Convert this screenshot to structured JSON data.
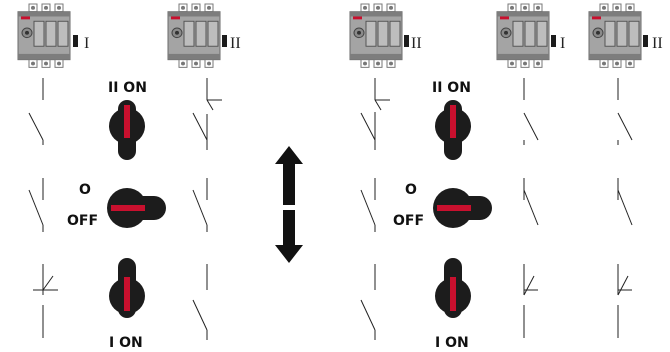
{
  "labels": {
    "ii_on": "II ON",
    "o": "O",
    "off": "OFF",
    "i_on": "I ON"
  },
  "switch_labels": [
    "I",
    "II",
    "II",
    "I",
    "II"
  ],
  "colors": {
    "knob": "#1c1c1c",
    "indicator": "#c8102e",
    "switch_body": "#9a9a9a",
    "switch_dark": "#5a5a5a",
    "line": "#222222",
    "arrow": "#111111"
  },
  "diagram": {
    "handle_positions": [
      "II ON",
      "O OFF",
      "I ON"
    ]
  }
}
